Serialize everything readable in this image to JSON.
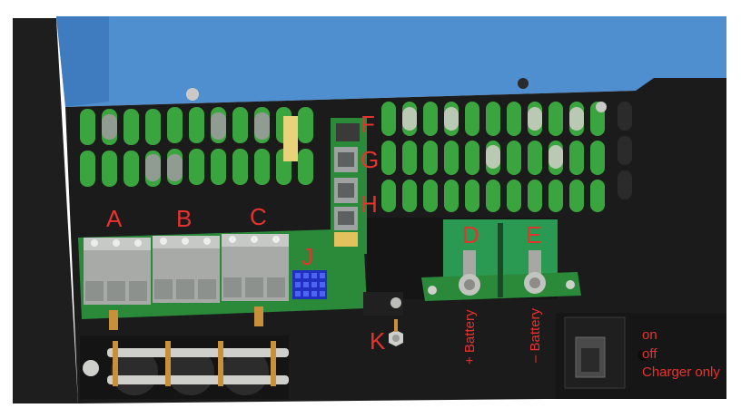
{
  "labels": {
    "A": "A",
    "B": "B",
    "C": "C",
    "D": "D",
    "E": "E",
    "F": "F",
    "G": "G",
    "H": "H",
    "J": "J",
    "K": "K"
  },
  "battery": {
    "plus": "+ Battery",
    "minus": "– Battery"
  },
  "switch": {
    "on": "on",
    "off": "off",
    "charger_only": "Charger only"
  },
  "colors": {
    "callout": "#e8322d",
    "housing": "#1b1b1b",
    "top_cover": "#4f8fd0",
    "pcb": "#2a8a3a",
    "terminal_grey": "#a7aaa7",
    "connector_blue": "#2030c0",
    "background": "#ffffff"
  }
}
